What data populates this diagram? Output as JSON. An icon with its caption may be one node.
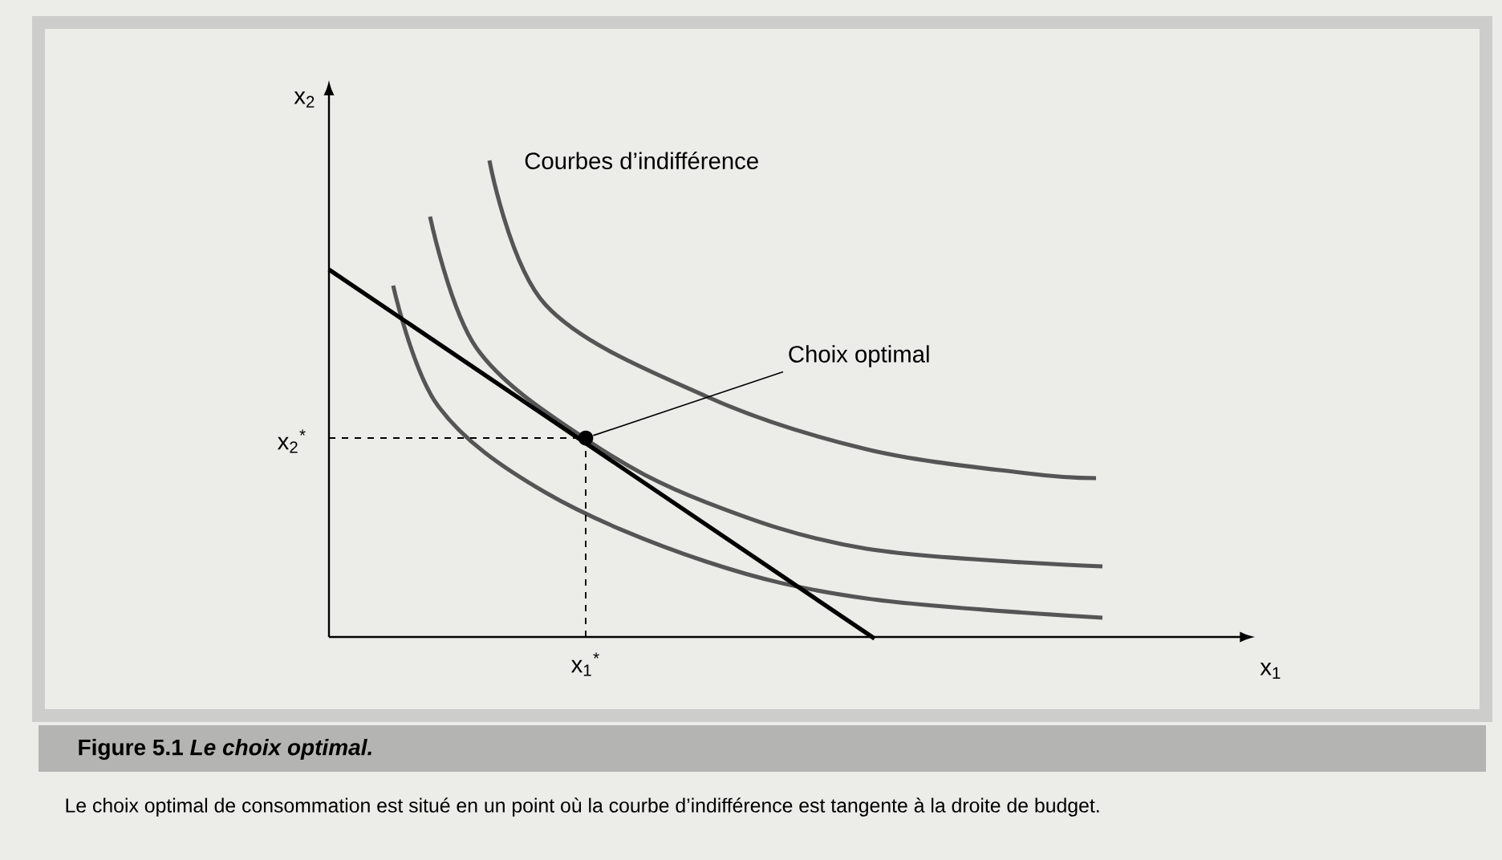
{
  "diagram": {
    "title": "Figure 5.1 *Le choix optimal.*",
    "caption": "Le choix optimal de consommation est situé en un point où la courbe d’indifférence est tangente à la droite de budget.",
    "nodes": [
      {
        "text": [
          "Choix optimal"
        ]
      },
      {
        "text": [],
        "shape": "circle"
      }
    ],
    "edges": [
      {
        "from": 1,
        "to": 0,
        "arrow": "none"
      }
    ],
    "labels": [
      "x$_{2}$",
      "Courbes d’indifférence",
      "x$_{2}$$^{*}$",
      "x$_{1}$$^{*}$",
      "x$_{1}$"
    ]
  }
}
